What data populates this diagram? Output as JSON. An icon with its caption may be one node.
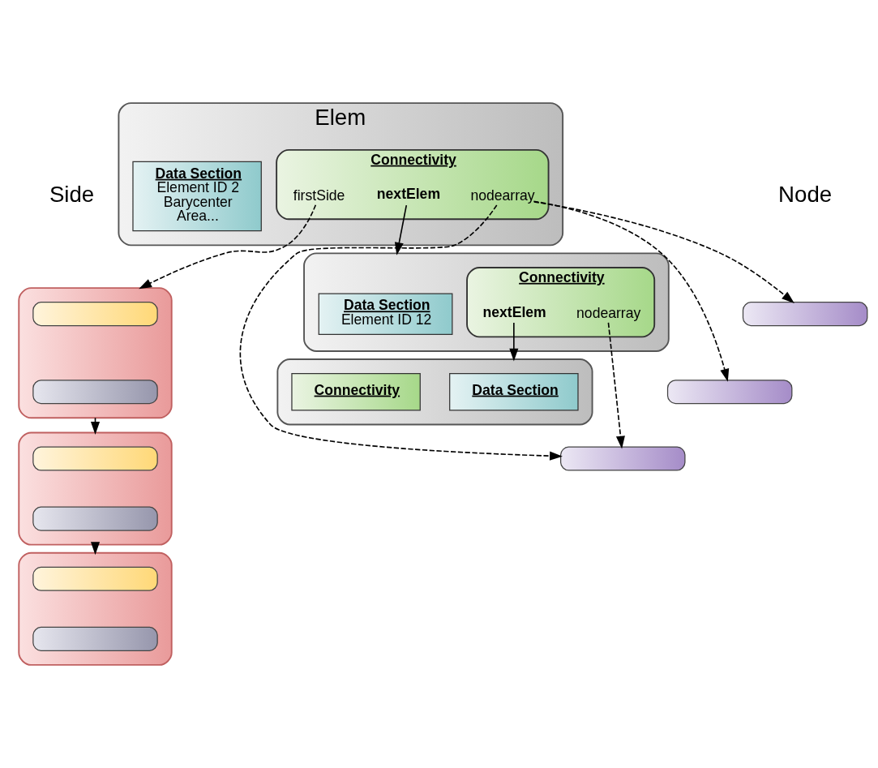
{
  "diagram": {
    "nodes": [
      {
        "text": [
          "Elem"
        ]
      },
      {
        "text": [
          "Data Section",
          "Element ID 2",
          "Barycenter",
          "Area..."
        ],
        "in": 0
      },
      {
        "text": [
          "Connectivity"
        ],
        "in": 0
      },
      {
        "text": [
          "firstSide"
        ],
        "in": 2
      },
      {
        "text": [
          "nodearray"
        ],
        "in": 2
      },
      {
        "text": [
          "nextElem"
        ],
        "in": 2
      },
      {
        "text": [],
        "shape": "bar"
      },
      {
        "text": [],
        "shape": "bar"
      },
      {
        "text": [],
        "shape": "bar"
      },
      {
        "text": [],
        "shape": "box"
      },
      {
        "text": [],
        "shape": "bar",
        "in": 9
      },
      {
        "text": [],
        "shape": "bar",
        "in": 9
      },
      {
        "text": [],
        "shape": "box"
      },
      {
        "text": [],
        "shape": "bar",
        "in": 12
      },
      {
        "text": [],
        "shape": "bar",
        "in": 12
      },
      {
        "text": [],
        "shape": "box"
      },
      {
        "text": [],
        "shape": "bar",
        "in": 15
      },
      {
        "text": [],
        "shape": "bar",
        "in": 15
      },
      {
        "text": [],
        "shape": "box"
      },
      {
        "text": [
          "Data Section",
          "Element ID 12"
        ],
        "in": 18
      },
      {
        "text": [
          "Connectivity"
        ],
        "in": 18
      },
      {
        "text": [
          "nextElem"
        ],
        "in": 20
      },
      {
        "text": [
          "nodearray"
        ],
        "in": 20
      },
      {
        "text": [],
        "shape": "box"
      },
      {
        "text": [
          "Data Section"
        ],
        "in": 23
      },
      {
        "text": [
          "Connectivity"
        ],
        "in": 23
      }
    ],
    "edges": [
      {
        "from": 3,
        "to": 9,
        "arrow": "to",
        "style": "dashed"
      },
      {
        "from": 4,
        "to": 6,
        "arrow": "to",
        "style": "dashed"
      },
      {
        "from": 4,
        "to": 7,
        "arrow": "to",
        "style": "dashed"
      },
      {
        "from": 4,
        "to": 8,
        "arrow": "to",
        "style": "dashed"
      },
      {
        "from": 5,
        "to": 18,
        "arrow": "to"
      },
      {
        "from": 9,
        "to": 12,
        "arrow": "to"
      },
      {
        "from": 12,
        "to": 15,
        "arrow": "to"
      },
      {
        "from": 22,
        "to": 8,
        "arrow": "to",
        "style": "dashed"
      },
      {
        "from": 21,
        "to": 23,
        "arrow": "to"
      }
    ],
    "labels": [
      "Side",
      "Node"
    ]
  }
}
